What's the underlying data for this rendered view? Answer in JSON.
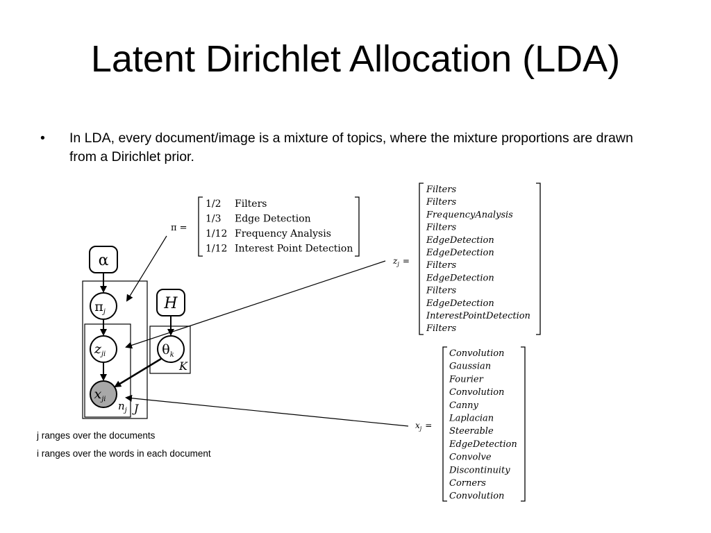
{
  "title": "Latent Dirichlet Allocation (LDA)",
  "bullet": {
    "marker": "•",
    "text": "In LDA, every document/image is a mixture of topics, where the mixture proportions are drawn from a Dirichlet prior."
  },
  "notes": {
    "j_note": "j ranges over the documents",
    "i_note": "i ranges over the words in each document"
  },
  "graphical_model": {
    "alpha": "α",
    "pi": "π",
    "pi_sub": "j",
    "z": "z",
    "z_sub": "ji",
    "x": "x",
    "x_sub": "ji",
    "H": "H",
    "theta": "θ",
    "theta_sub": "k",
    "plate_nj": "n",
    "plate_nj_sub": "j",
    "plate_J": "J",
    "plate_K": "K"
  },
  "pi_matrix": {
    "label": "π =",
    "rows": [
      {
        "fraction": "1/2",
        "topic": "Filters"
      },
      {
        "fraction": "1/3",
        "topic": "Edge Detection"
      },
      {
        "fraction": "1/12",
        "topic": "Frequency Analysis"
      },
      {
        "fraction": "1/12",
        "topic": "Interest Point Detection"
      }
    ]
  },
  "z_vector": {
    "label": "z",
    "label_sub": "j",
    "eq": "=",
    "items": [
      "Filters",
      "Filters",
      "FrequencyAnalysis",
      "Filters",
      "EdgeDetection",
      "EdgeDetection",
      "Filters",
      "EdgeDetection",
      "Filters",
      "EdgeDetection",
      "InterestPointDetection",
      "Filters"
    ]
  },
  "x_vector": {
    "label": "x",
    "label_sub": "j",
    "eq": "=",
    "items": [
      "Convolution",
      "Gaussian",
      "Fourier",
      "Convolution",
      "Canny",
      "Laplacian",
      "Steerable",
      "EdgeDetection",
      "Convolve",
      "Discontinuity",
      "Corners",
      "Convolution"
    ]
  }
}
